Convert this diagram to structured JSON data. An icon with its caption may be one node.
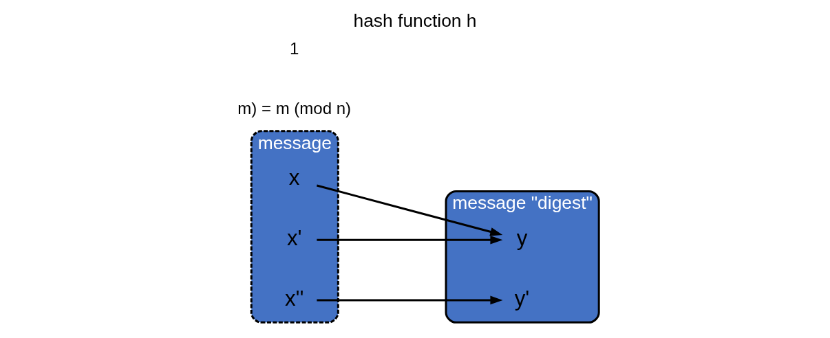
{
  "diagram": {
    "title": "hash function h",
    "nodes": [
      {
        "text": [
          "message"
        ]
      },
      {
        "text": [
          "x"
        ],
        "in": 0
      },
      {
        "text": [
          "x''"
        ],
        "in": 0
      },
      {
        "text": [
          "x'"
        ],
        "in": 0
      },
      {
        "text": [
          "message \"digest\""
        ]
      },
      {
        "text": [
          "y"
        ],
        "in": 4
      },
      {
        "text": [
          "y'"
        ],
        "in": 4
      }
    ],
    "edges": [
      {
        "from": 1,
        "to": 5,
        "arrow": "to"
      },
      {
        "from": 3,
        "to": 5,
        "arrow": "to"
      },
      {
        "from": 2,
        "to": 6,
        "arrow": "to"
      }
    ],
    "labels": [
      "m) = m (mod n)",
      "1"
    ]
  }
}
